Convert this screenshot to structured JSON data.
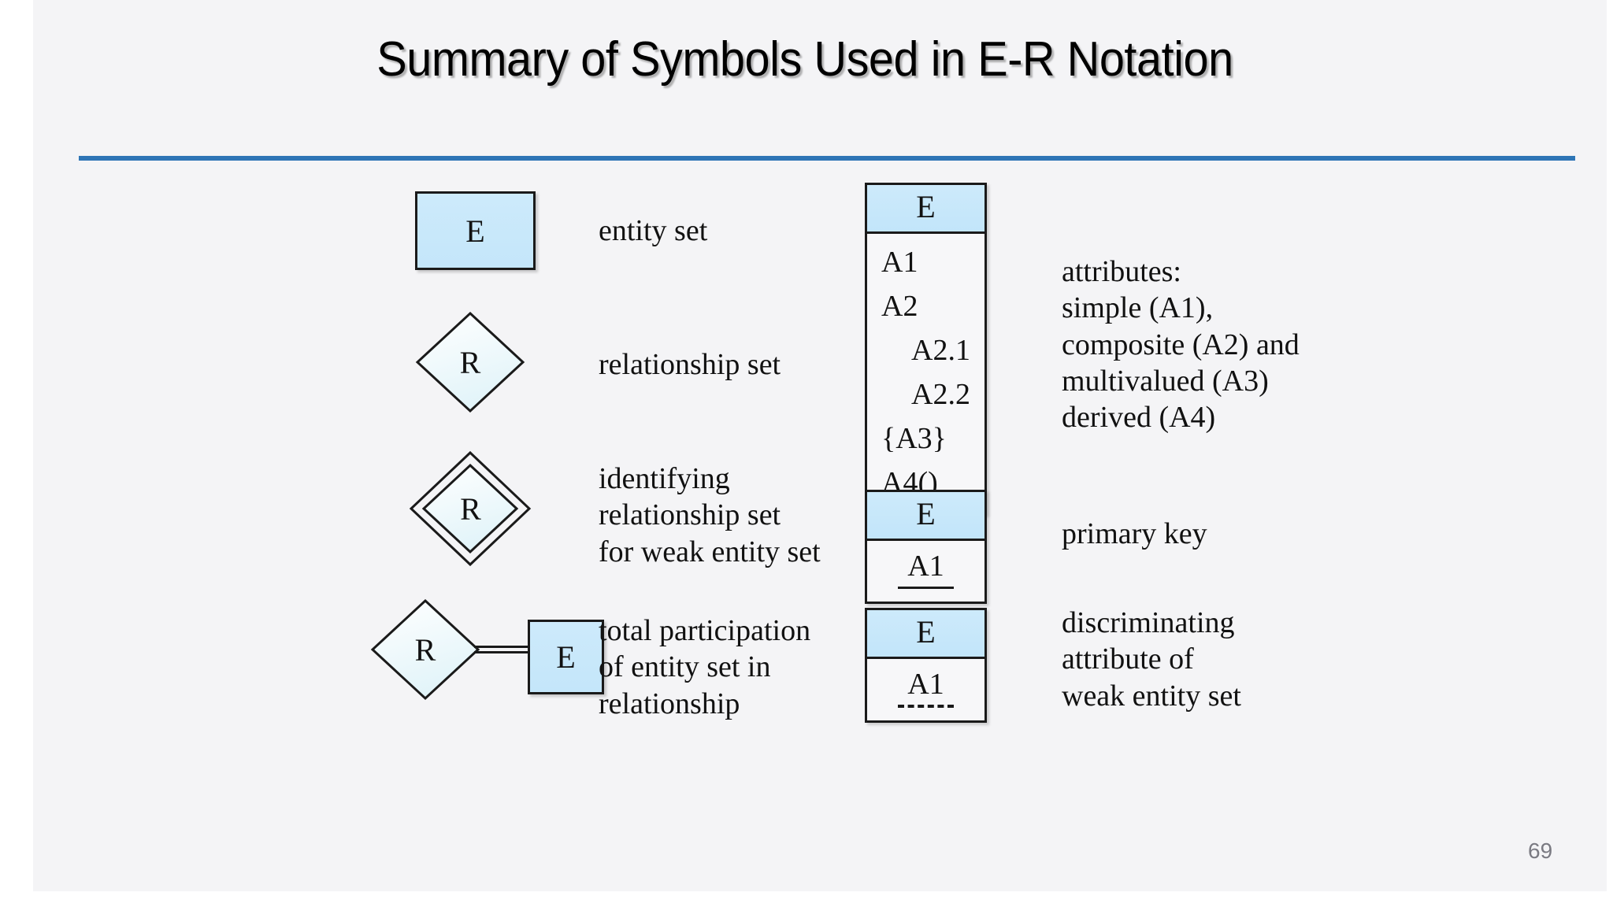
{
  "slide": {
    "title": "Summary of Symbols Used in E-R Notation",
    "page_number": "69",
    "accent_color": "#2e75b6",
    "entity_fill": "#c6e7fa",
    "diamond_fill": "#eaf7fb",
    "background": "#f4f4f6"
  },
  "left_column": [
    {
      "symbol": "entity-set-box",
      "symbol_label": "E",
      "caption": "entity set"
    },
    {
      "symbol": "relationship-diamond",
      "symbol_label": "R",
      "caption": "relationship set"
    },
    {
      "symbol": "identifying-relationship-double-diamond",
      "symbol_label": "R",
      "caption": "identifying\nrelationship set\nfor weak entity set"
    },
    {
      "symbol": "total-participation-diamond-double-line-box",
      "symbol_label": "R",
      "symbol_label_secondary": "E",
      "caption": "total participation\nof entity set in\nrelationship"
    }
  ],
  "right_column": [
    {
      "symbol": "attribute-table",
      "header": "E",
      "rows": [
        {
          "text": "A1",
          "indent": false
        },
        {
          "text": "A2",
          "indent": false
        },
        {
          "text": "A2.1",
          "indent": true
        },
        {
          "text": "A2.2",
          "indent": true
        },
        {
          "text": "{A3}",
          "indent": false
        },
        {
          "text": "A4()",
          "indent": false
        }
      ],
      "caption": "attributes:\nsimple (A1),\ncomposite (A2) and\nmultivalued (A3)\nderived (A4)"
    },
    {
      "symbol": "primary-key-table",
      "header": "E",
      "value": "A1",
      "underline": "solid",
      "caption": "primary key"
    },
    {
      "symbol": "discriminating-attribute-table",
      "header": "E",
      "value": "A1",
      "underline": "dashed",
      "caption": "discriminating\nattribute of\nweak entity set"
    }
  ]
}
